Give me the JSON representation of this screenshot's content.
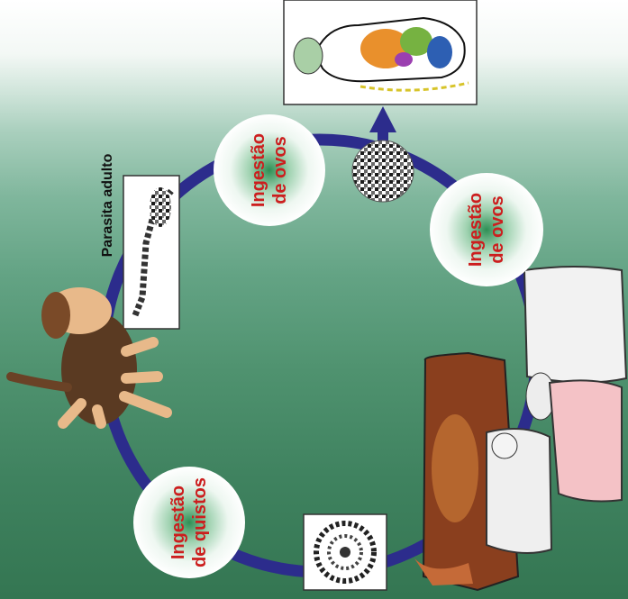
{
  "labels": {
    "parasite_adult": "Parasita adulto",
    "eggs_top_line1": "Ingestão",
    "eggs_top_line2": "de ovos",
    "eggs_right_line1": "Ingestão",
    "eggs_right_line2": "de ovos",
    "cysts_line1": "Ingestão",
    "cysts_line2": "de quistos"
  },
  "colors": {
    "cycle_ring": "#2c2c8c",
    "label_red": "#cc1e1e",
    "background_top": "#ffffff",
    "background_bottom": "#347652"
  },
  "illustrations": [
    "human-host-icon",
    "dog-host-icon",
    "adult-worm-icon",
    "egg-icon",
    "cyst-icon",
    "livestock-group-icon"
  ]
}
